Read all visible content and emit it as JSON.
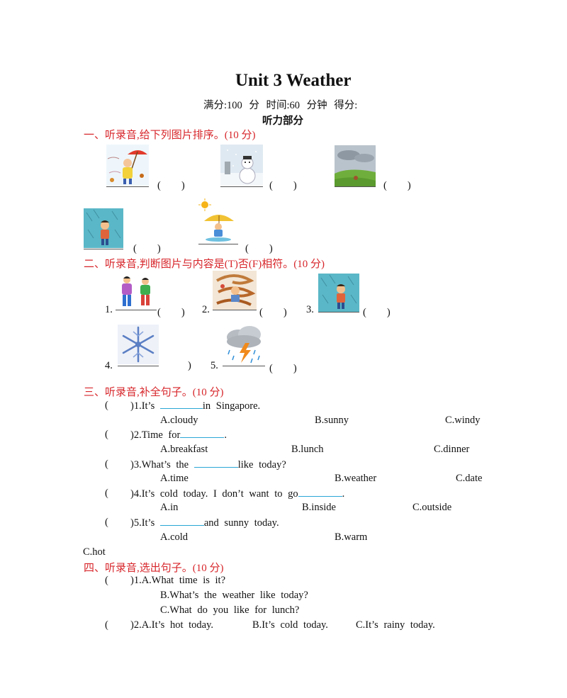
{
  "header": {
    "title": "Unit 3 Weather",
    "meta": "满分:100 分 时间:60 分钟 得分:",
    "part_label": "听力部分"
  },
  "section1": {
    "heading": "一、听录音,给下列图片排序。(10 分)",
    "brackets": [
      "(　　)",
      "(　　)",
      "(　　)",
      "(　　)",
      "(　　)"
    ]
  },
  "section2": {
    "heading": "二、听录音,判断图片与内容是(T)否(F)相符。(10 分)",
    "items": [
      {
        "num": "1.",
        "bracket": "(　　)"
      },
      {
        "num": "2.",
        "bracket": "(　　)"
      },
      {
        "num": "3.",
        "bracket": "(　　)"
      },
      {
        "num": "4.",
        "bracket": ")"
      },
      {
        "num": "5.",
        "bracket": "(　　)"
      }
    ]
  },
  "section3": {
    "heading": "三、听录音,补全句子。(10 分)",
    "questions": [
      {
        "paren": "(",
        "pre": ")1.It’s",
        "post": "in Singapore.",
        "options": [
          "A.cloudy",
          "B.sunny",
          "C.windy"
        ]
      },
      {
        "paren": "(",
        "pre": ")2.Time for",
        "post": ".",
        "options": [
          "A.breakfast",
          "B.lunch",
          "C.dinner"
        ]
      },
      {
        "paren": "(",
        "pre": ")3.What’s the",
        "post": "like today?",
        "options": [
          "A.time",
          "B.weather",
          "C.date"
        ]
      },
      {
        "paren": "(",
        "pre": ")4.It’s cold today. I don’t want to go",
        "post": ".",
        "options": [
          "A.in",
          "B.inside",
          "C.outside"
        ]
      },
      {
        "paren": "(",
        "pre": ")5.It’s",
        "post": "and sunny today.",
        "options": [
          "A.cold",
          "B.warm",
          "C.hot"
        ]
      }
    ]
  },
  "section4": {
    "heading": "四、听录音,选出句子。(10 分)",
    "q1": {
      "paren": "(",
      "a": ")1.A.What time is it?",
      "b": "B.What’s the weather like today?",
      "c": "C.What do you like for lunch?"
    },
    "q2": {
      "paren": "(",
      "a": ")2.A.It’s hot today.",
      "b": "B.It’s cold today.",
      "c": "C.It’s rainy today."
    }
  }
}
